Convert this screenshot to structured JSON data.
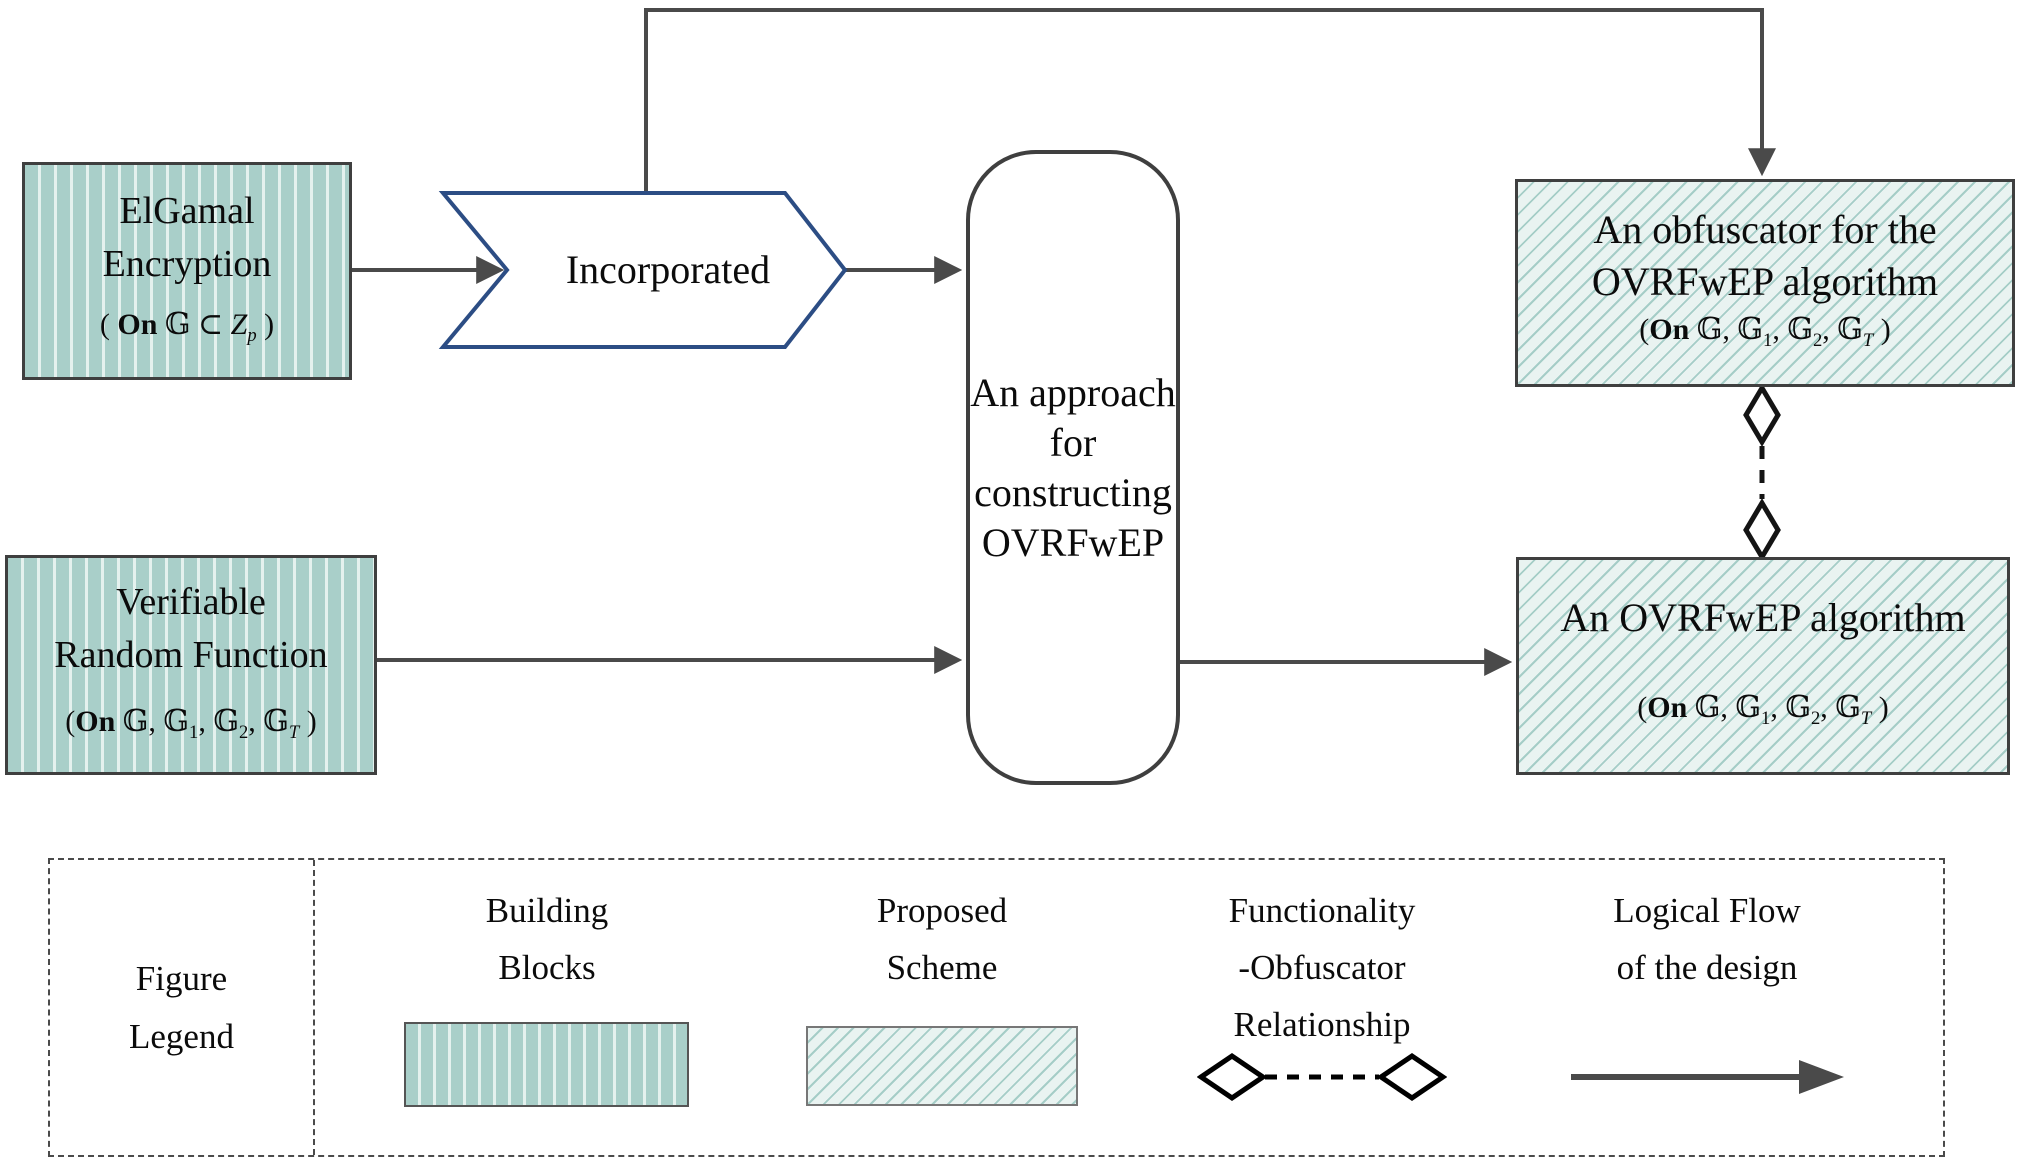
{
  "figure": {
    "nodes": {
      "elgamal": {
        "title_lines": [
          "ElGamal",
          "Encryption"
        ],
        "math": [
          {
            "text": "( ",
            "style": ""
          },
          {
            "text": "On",
            "style": "bold"
          },
          {
            "text": " 𝔾 ⊂ ",
            "style": ""
          },
          {
            "text": "Z",
            "style": "italic"
          },
          {
            "text": "p",
            "style": "italic sub"
          },
          {
            "text": " )",
            "style": ""
          }
        ]
      },
      "incorporated": {
        "label": "Incorporated"
      },
      "approach": {
        "lines": [
          "An approach",
          "for",
          "constructing",
          "OVRFwEP"
        ]
      },
      "obfuscator": {
        "title_lines": [
          "An obfuscator for the",
          "OVRFwEP algorithm"
        ],
        "math": [
          {
            "text": "(",
            "style": ""
          },
          {
            "text": "On",
            "style": "bold"
          },
          {
            "text": " 𝔾, 𝔾",
            "style": ""
          },
          {
            "text": "1",
            "style": "sub"
          },
          {
            "text": ", 𝔾",
            "style": ""
          },
          {
            "text": "2",
            "style": "sub"
          },
          {
            "text": ", 𝔾",
            "style": ""
          },
          {
            "text": "T",
            "style": "italic sub"
          },
          {
            "text": " )",
            "style": ""
          }
        ]
      },
      "vrf": {
        "title_lines": [
          "Verifiable",
          "Random Function"
        ],
        "math": [
          {
            "text": "(",
            "style": ""
          },
          {
            "text": "On",
            "style": "bold"
          },
          {
            "text": " 𝔾, 𝔾",
            "style": ""
          },
          {
            "text": "1",
            "style": "sub"
          },
          {
            "text": ", 𝔾",
            "style": ""
          },
          {
            "text": "2",
            "style": "sub"
          },
          {
            "text": ", 𝔾",
            "style": ""
          },
          {
            "text": "T",
            "style": "italic sub"
          },
          {
            "text": " )",
            "style": ""
          }
        ]
      },
      "algorithm": {
        "title": "An OVRFwEP algorithm",
        "math": [
          {
            "text": "(",
            "style": ""
          },
          {
            "text": "On",
            "style": "bold"
          },
          {
            "text": " 𝔾, 𝔾",
            "style": ""
          },
          {
            "text": "1",
            "style": "sub"
          },
          {
            "text": ", 𝔾",
            "style": ""
          },
          {
            "text": "2",
            "style": "sub"
          },
          {
            "text": ", 𝔾",
            "style": ""
          },
          {
            "text": "T",
            "style": "italic sub"
          },
          {
            "text": " )",
            "style": ""
          }
        ]
      }
    },
    "legend": {
      "title_lines": [
        "Figure",
        "Legend"
      ],
      "items": [
        {
          "label_lines": [
            "Building",
            "Blocks"
          ],
          "symbol": "vertical-striped-swatch"
        },
        {
          "label_lines": [
            "Proposed",
            "Scheme"
          ],
          "symbol": "diagonal-striped-swatch"
        },
        {
          "label_lines": [
            "Functionality",
            "-Obfuscator",
            "Relationship"
          ],
          "symbol": "diamond-dashed-connector"
        },
        {
          "label_lines": [
            "Logical Flow",
            "of the design"
          ],
          "symbol": "solid-arrow"
        }
      ]
    },
    "colors": {
      "building_block_fill": "#a9cfc9",
      "building_block_stripe": "#e4f1ee",
      "proposed_fill": "#e9f3f1",
      "proposed_stripe": "#a5cdc7",
      "border_dark": "#3f3f3f",
      "arrow": "#4a4a4a",
      "chevron_border": "#2c4d84"
    }
  }
}
